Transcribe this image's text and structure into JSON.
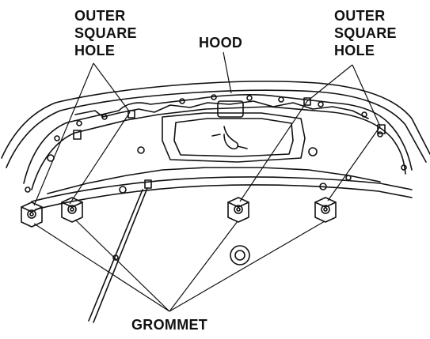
{
  "labels": {
    "outer_square_hole_left": [
      "OUTER",
      "SQUARE",
      "HOLE"
    ],
    "outer_square_hole_right": [
      "OUTER",
      "SQUARE",
      "HOLE"
    ],
    "hood": "HOOD",
    "grommet": "GROMMET"
  },
  "colors": {
    "ink": "#111111",
    "background": "#ffffff"
  }
}
